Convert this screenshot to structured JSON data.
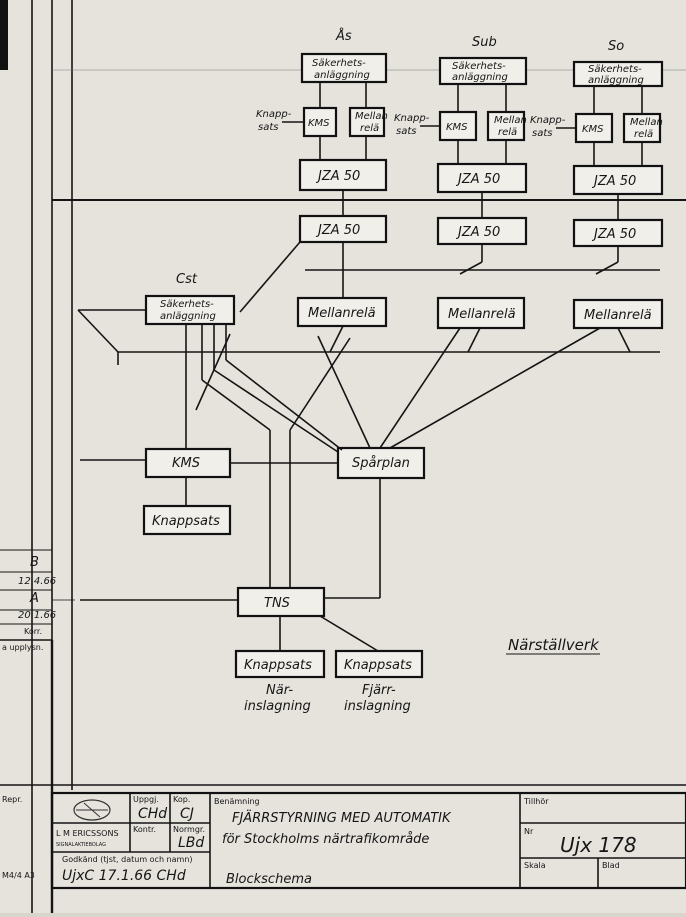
{
  "stations": [
    {
      "id": "as",
      "name": "Ås",
      "safety": [
        "Säkerhets-",
        "anläggning"
      ],
      "knappsats": [
        "Knapp-",
        "sats"
      ],
      "kms": "KMS",
      "mellanrele": [
        "Mellan",
        "relä"
      ],
      "jza_top": "JZA 50",
      "jza_bottom": "JZA 50",
      "mellanrele_lower": "Mellanrelä"
    },
    {
      "id": "sub",
      "name": "Sub",
      "safety": [
        "Säkerhets-",
        "anläggning"
      ],
      "knappsats": [
        "Knapp-",
        "sats"
      ],
      "kms": "KMS",
      "mellanrele": [
        "Mellan",
        "relä"
      ],
      "jza_top": "JZA 50",
      "jza_bottom": "JZA 50",
      "mellanrele_lower": "Mellanrelä"
    },
    {
      "id": "so",
      "name": "So",
      "safety": [
        "Säkerhets-",
        "anläggning"
      ],
      "knappsats": [
        "Knapp-",
        "sats"
      ],
      "kms": "KMS",
      "mellanrele": [
        "Mellan",
        "relä"
      ],
      "jza_top": "JZA 50",
      "jza_bottom": "JZA 50",
      "mellanrele_lower": "Mellanrelä"
    }
  ],
  "cst": {
    "name": "Cst",
    "safety": [
      "Säkerhets-",
      "anläggning"
    ],
    "kms": "KMS",
    "knappsats": "Knappsats",
    "sparplan": "Spårplan",
    "tns": "TNS",
    "knappsats_nar": "Knappsats",
    "knappsats_fjarr": "Knappsats",
    "nar_caption": [
      "När-",
      "inslagning"
    ],
    "fjarr_caption": [
      "Fjärr-",
      "inslagning"
    ]
  },
  "narstallverk": "Närställverk",
  "revisions": [
    {
      "letter": "B",
      "date": "12.4.66"
    },
    {
      "letter": "A",
      "date": "20.1.66"
    }
  ],
  "margin": {
    "korr": "Korr.",
    "upplysn": "a upplysn.",
    "repr": "Repr.",
    "format": "M4/4 A3"
  },
  "title_block": {
    "company": "L M ERICSSONS",
    "company_sub": "SIGNALAKTIEBOLAG",
    "uppgj_label": "Uppgj.",
    "uppgj_value": "CHd",
    "kop_label": "Kop.",
    "kop_value": "CJ",
    "kontr_label": "Kontr.",
    "normgr_label": "Normgr.",
    "normgr_value": "LBd",
    "godkand_label": "Godkänd (tjst, datum och namn)",
    "godkand_value": "UjxC  17.1.66  CHd",
    "benamning_label": "Benämning",
    "title1": "FJÄRRSTYRNING MED AUTOMATIK",
    "title2": "för Stockholms närtrafikområde",
    "title3": "Blockschema",
    "tillhor_label": "Tillhör",
    "nr_label": "Nr",
    "nr_value": "Ujx 178",
    "skala_label": "Skala",
    "blad_label": "Blad"
  }
}
